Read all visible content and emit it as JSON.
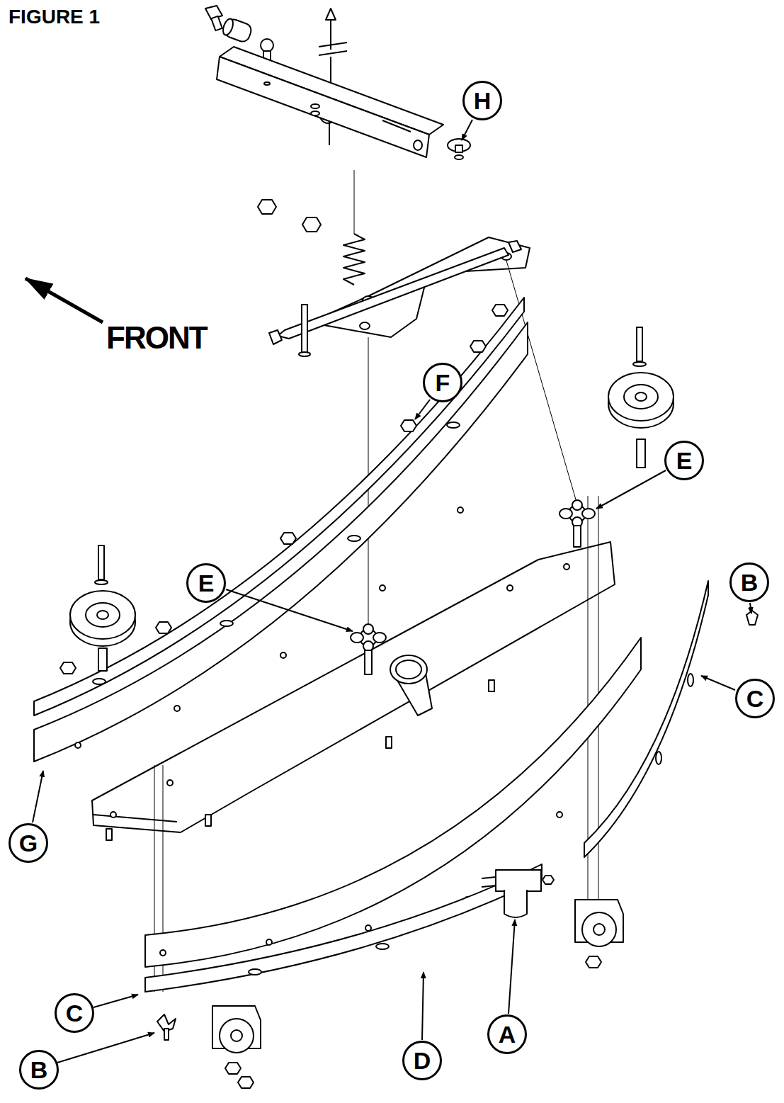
{
  "diagram": {
    "title": "FIGURE 1",
    "nodes": [
      {
        "text": [
          "H"
        ]
      },
      {
        "text": [
          "F"
        ]
      },
      {
        "text": [
          "E"
        ]
      },
      {
        "text": [
          "B"
        ]
      },
      {
        "text": [
          "E"
        ]
      },
      {
        "text": [
          "C"
        ]
      },
      {
        "text": [
          "G"
        ]
      },
      {
        "text": [
          "C"
        ]
      },
      {
        "text": [
          "A"
        ]
      },
      {
        "text": [
          "B"
        ]
      },
      {
        "text": [
          "D"
        ]
      }
    ],
    "labels": [
      "FRONT"
    ]
  }
}
